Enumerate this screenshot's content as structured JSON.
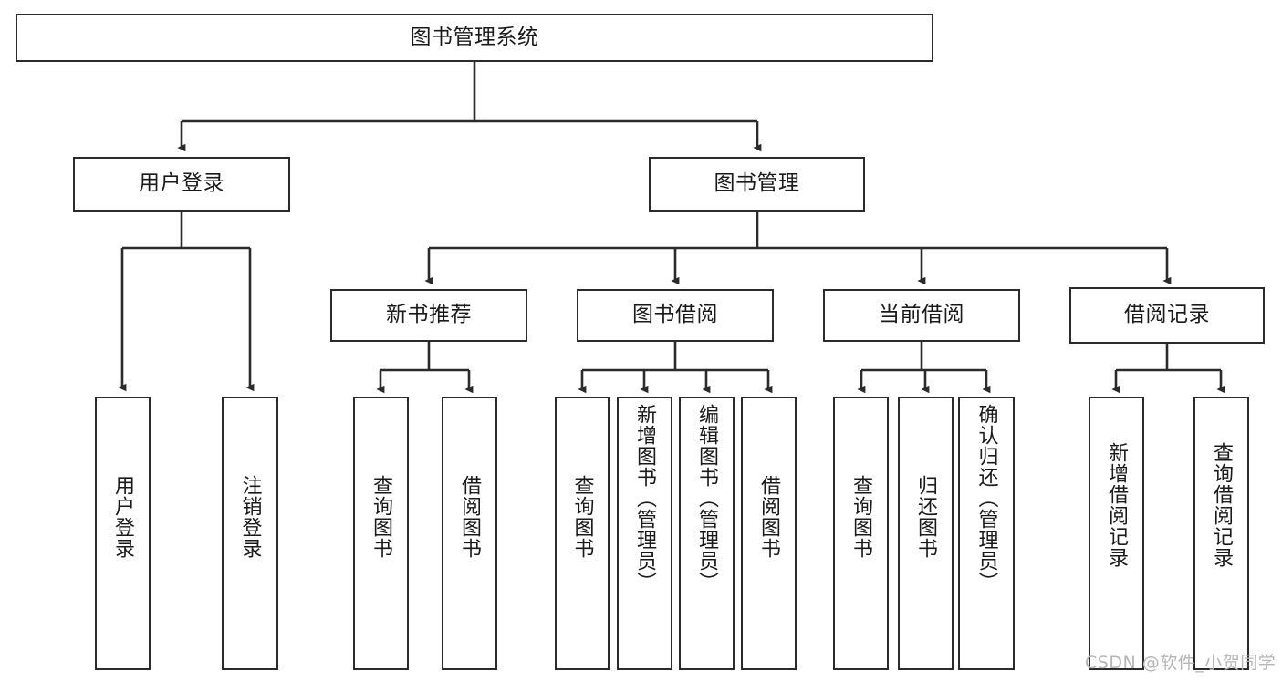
{
  "diagram": {
    "title": "图书管理系统",
    "type": "hierarchy-tree",
    "levels": 4,
    "colors": {
      "stroke": "#2b2b2b",
      "fill": "#ffffff",
      "text": "#1a1a1a",
      "watermark": "#b6b6b6"
    },
    "root": {
      "label": "图书管理系统"
    },
    "level2": [
      {
        "label": "用户登录"
      },
      {
        "label": "图书管理"
      }
    ],
    "level3": [
      {
        "label": "新书推荐"
      },
      {
        "label": "图书借阅"
      },
      {
        "label": "当前借阅"
      },
      {
        "label": "借阅记录"
      }
    ],
    "leaves": {
      "user_login": [
        {
          "label": "用户登录"
        },
        {
          "label": "注销登录"
        }
      ],
      "new_book_recommend": [
        {
          "label": "查询图书"
        },
        {
          "label": "借阅图书"
        }
      ],
      "book_borrow": [
        {
          "label": "查询图书"
        },
        {
          "label": "新增图书（管理员）"
        },
        {
          "label": "编辑图书（管理员）"
        },
        {
          "label": "借阅图书"
        }
      ],
      "current_borrow": [
        {
          "label": "查询图书"
        },
        {
          "label": "归还图书"
        },
        {
          "label": "确认归还（管理员）"
        }
      ],
      "borrow_record": [
        {
          "label": "新增借阅记录"
        },
        {
          "label": "查询借阅记录"
        }
      ]
    }
  },
  "watermark": {
    "text": "CSDN @软件_小贺同学"
  }
}
